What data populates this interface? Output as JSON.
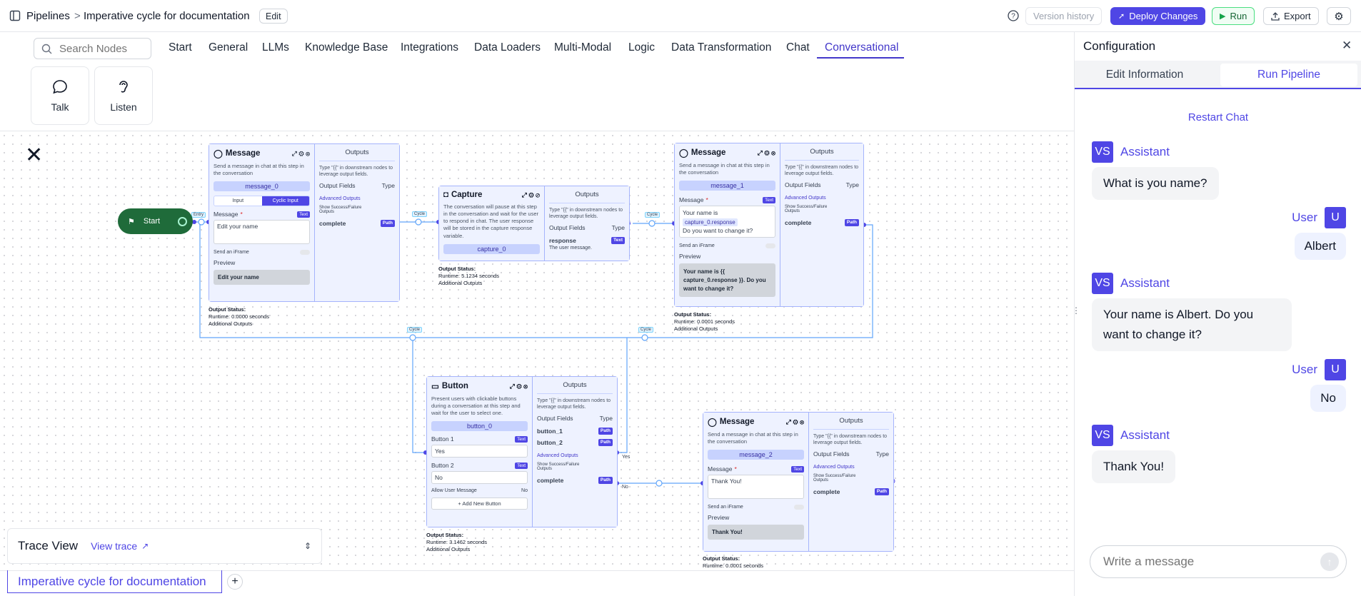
{
  "header": {
    "pipelines": "Pipelines",
    "separator": ">",
    "pipeline_name": "Imperative cycle for documentation",
    "edit": "Edit",
    "version_history": "Version history",
    "deploy": "Deploy Changes",
    "run": "Run",
    "export": "Export"
  },
  "search": {
    "placeholder": "Search Nodes"
  },
  "tabs": [
    "Start",
    "General",
    "LLMs",
    "Knowledge Base",
    "Integrations",
    "Data Loaders",
    "Multi-Modal",
    "Logic",
    "Data Transformation",
    "Chat",
    "Conversational"
  ],
  "active_tab": "Conversational",
  "tools": [
    "Talk",
    "Listen"
  ],
  "canvas": {
    "start": "Start",
    "entry": "Entry",
    "cycle": "Cycle",
    "yes": "Yes",
    "no": "No",
    "common": {
      "outputs": "Outputs",
      "output_hint": "Type \"{{\" in downstream nodes to leverage output fields.",
      "output_fields": "Output Fields",
      "type": "Type",
      "advanced_outputs": "Advanced Outputs",
      "show_success": "Show Success/Failure Outputs",
      "complete": "complete",
      "path": "Path",
      "text": "Text",
      "message_label": "Message",
      "required": "*",
      "send_iframe": "Send an iFrame",
      "preview": "Preview",
      "output_status": "Output Status:",
      "additional_outputs": "Additional Outputs"
    },
    "message0": {
      "title": "Message",
      "desc": "Send a message in chat at this step in the conversation",
      "id": "message_0",
      "input_tab": "Input",
      "cyclic_tab": "Cyclic Input",
      "value": "Edit your name",
      "preview": "Edit your name",
      "runtime": "Runtime: 0.0000 seconds"
    },
    "capture": {
      "title": "Capture",
      "desc": "The conversation will pause at this step in the conversation and wait for the user to respond in chat. The user response will be stored in the capture response variable.",
      "id": "capture_0",
      "field": "response",
      "field_desc": "The user message.",
      "runtime": "Runtime: 5.1234 seconds"
    },
    "message1": {
      "title": "Message",
      "desc": "Send a message in chat at this step in the conversation",
      "id": "message_1",
      "line1": "Your name is",
      "var": "capture_0.response",
      "line2": "Do you want to change it?",
      "preview": "Your name is {{ capture_0.response }}. Do you want to change it?",
      "runtime": "Runtime: 0.0001 seconds"
    },
    "button": {
      "title": "Button",
      "desc": "Present users with clickable buttons during a conversation at this step and wait for the user to select one.",
      "id": "button_0",
      "b1_label": "Button 1",
      "b1_value": "Yes",
      "b2_label": "Button 2",
      "b2_value": "No",
      "allow_user": "Allow User Message",
      "allow_value": "No",
      "add": "+ Add New Button",
      "out1": "button_1",
      "out2": "button_2",
      "runtime": "Runtime: 3.1462 seconds"
    },
    "message2": {
      "title": "Message",
      "desc": "Send a message in chat at this step in the conversation",
      "id": "message_2",
      "value": "Thank You!",
      "preview": "Thank You!",
      "runtime": "Runtime: 0.0001 seconds"
    }
  },
  "trace": {
    "title": "Trace View",
    "link": "View trace"
  },
  "bottom_tab": "Imperative cycle for documentation",
  "panel": {
    "title": "Configuration",
    "tab_edit": "Edit Information",
    "tab_run": "Run Pipeline",
    "restart": "Restart Chat",
    "input_placeholder": "Write a message"
  },
  "chat": [
    {
      "role": "Assistant",
      "initials": "VS",
      "text": "What is you name?"
    },
    {
      "role": "User",
      "initials": "U",
      "text": "Albert"
    },
    {
      "role": "Assistant",
      "initials": "VS",
      "text": "Your name is Albert. Do you want to change it?"
    },
    {
      "role": "User",
      "initials": "U",
      "text": "No"
    },
    {
      "role": "Assistant",
      "initials": "VS",
      "text": "Thank You!"
    }
  ],
  "colors": {
    "accent": "#4f46e5",
    "run_green": "#16a34a",
    "node_border": "#a5b4fc",
    "node_bg": "#eef2ff"
  }
}
